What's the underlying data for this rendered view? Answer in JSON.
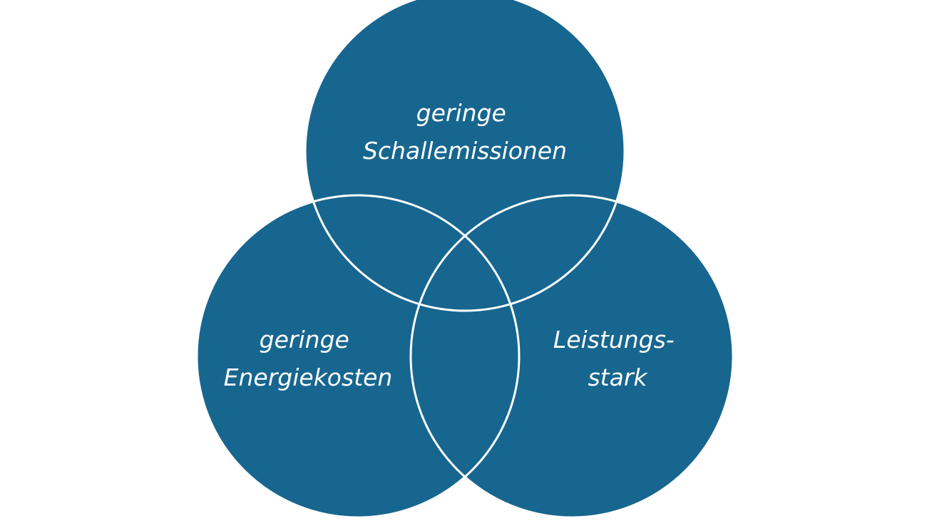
{
  "colors": {
    "circle_fill": "#17668f",
    "outline": "#ffffff",
    "text": "#ffffff",
    "background": "#ffffff"
  },
  "circles": [
    {
      "id": "top",
      "lines": [
        "geringe",
        "Schallemissionen"
      ]
    },
    {
      "id": "left",
      "lines": [
        "geringe",
        "Energiekosten"
      ]
    },
    {
      "id": "right",
      "lines": [
        "Leistungs-",
        "stark"
      ]
    }
  ]
}
